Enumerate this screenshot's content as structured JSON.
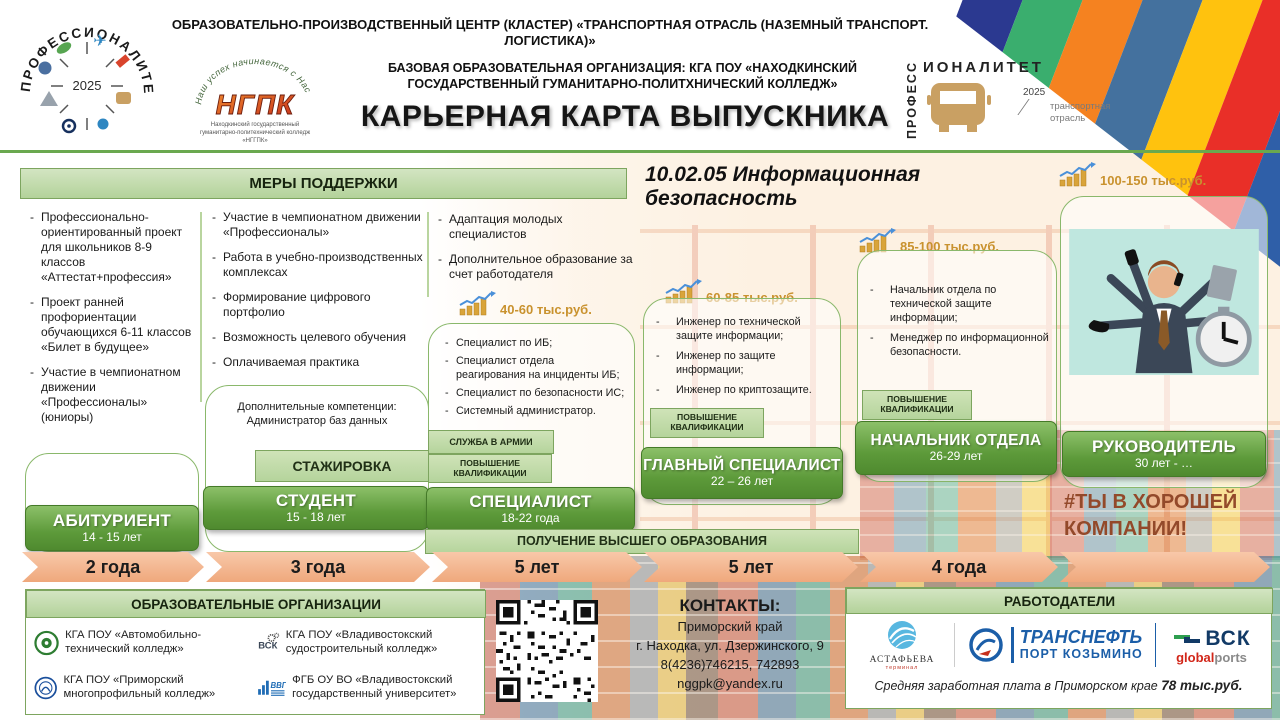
{
  "header": {
    "line1": "ОБРАЗОВАТЕЛЬНО-ПРОИЗВОДСТВЕННЫЙ  ЦЕНТР (КЛАСТЕР) «ТРАНСПОРТНАЯ  ОТРАСЛЬ (НАЗЕМНЫЙ  ТРАНСПОРТ. ЛОГИСТИКА)»",
    "line2": "БАЗОВАЯ ОБРАЗОВАТЕЛЬНАЯ ОРГАНИЗАЦИЯ: КГА ПОУ «НАХОДКИНСКИЙ ГОСУДАРСТВЕННЫЙ ГУМАНИТАРНО-ПОЛИТХНИЧЕСКИЙ КОЛЛЕДЖ»",
    "title": "КАРЬЕРНАЯ  КАРТА ВЫПУСКНИКА",
    "prof_logo_left": {
      "arc": "ПРОФЕССИОНАЛИТЕТ",
      "year": "2025"
    },
    "ngpk": {
      "motto": "Наш успех начинается с Нас",
      "abbr": "НГПК",
      "cap1": "Находкинский государственный",
      "cap2": "гуманитарно-политехнический колледж",
      "cap3": "«НГГПК»"
    },
    "prof_logo_right": {
      "vert": "ПРОФЕСС",
      "horiz": "ИОНАЛИТЕТ",
      "year": "2025",
      "cap1": "транспортная",
      "cap2": "отрасль"
    }
  },
  "program_title": "10.02.05 Информационная  безопасность",
  "support": {
    "title": "МЕРЫ ПОДДЕРЖКИ",
    "col1": [
      "Профессионально-ориентированный проект для  школьников 8-9 классов «Аттестат+профессия»",
      "Проект ранней профориентации обучающихся 6-11 классов «Билет в будущее»",
      "Участие в чемпионатном движении «Профессионалы» (юниоры)"
    ],
    "col2": [
      "Участие в чемпионатном движении «Профессионалы»",
      "Работа в учебно-производственных комплексах",
      "Формирование цифрового портфолио",
      "Возможность целевого обучения",
      "Оплачиваемая практика"
    ],
    "col3": [
      "Адаптация молодых специалистов",
      "Дополнительное образование за счет работодателя"
    ]
  },
  "salaries": [
    "40-60 тыс.руб.",
    "60-85 тыс.руб.",
    "85-100 тыс.руб.",
    "100-150 тыс.руб."
  ],
  "stages": [
    {
      "name": "АБИТУРИЕНТ",
      "age": "14 - 15 лет"
    },
    {
      "name": "СТУДЕНТ",
      "age": "15 - 18 лет",
      "note_line1": "Дополнительные компетенции:",
      "note_line2": "Администратор баз данных",
      "badge": "СТАЖИРОВКА"
    },
    {
      "name": "СПЕЦИАЛИСТ",
      "age": "18-22 года",
      "badge_army": "СЛУЖБА  В АРМИИ",
      "badge_upskill": "ПОВЫШЕНИЕ КВАЛИФИКАЦИИ",
      "jobs": [
        "Специалист по ИБ;",
        "Специалист отдела реагирования на инциденты ИБ;",
        "Специалист по безопасности ИС;",
        "Системный администратор."
      ]
    },
    {
      "name": "ГЛАВНЫЙ СПЕЦИАЛИСТ",
      "age": "22 – 26 лет",
      "badge_upskill": "ПОВЫШЕНИЕ КВАЛИФИКАЦИИ",
      "jobs": [
        "Инженер  по технической защите информации;",
        "Инженер  по защите информации;",
        "Инженер  по криптозащите."
      ]
    },
    {
      "name": "НАЧАЛЬНИК  ОТДЕЛА",
      "age": "26-29 лет",
      "badge_upskill": "ПОВЫШЕНИЕ КВАЛИФИКАЦИИ",
      "jobs": [
        "Начальник отдела по технической защите информации;",
        "Менеджер по  информационной безопасности."
      ]
    },
    {
      "name": "РУКОВОДИТЕЛЬ",
      "age": "30 лет - …"
    }
  ],
  "higher_ed_band": "ПОЛУЧЕНИЕ  ВЫСШЕГО ОБРАЗОВАНИЯ",
  "hashtag": "#ТЫ В ХОРОШЕЙ КОМПАНИИ!",
  "timeline": [
    "2 года",
    "3 года",
    "5 лет",
    "5 лет",
    "4 года",
    ""
  ],
  "education": {
    "title": "ОБРАЗОВАТЕЛЬНЫЕ  ОРГАНИЗАЦИИ",
    "items": [
      {
        "name": "КГА ПОУ  «Автомобильно-технический колледж»"
      },
      {
        "name": "КГА ПОУ  «Владивостокский судостроительный колледж»"
      },
      {
        "name": "КГА ПОУ  «Приморский многопрофильный  колледж»"
      },
      {
        "name": "ФГБ ОУ ВО  «Владивостокский государственный университет»"
      }
    ],
    "vvgu_abbr": "ВВГУ",
    "vsk_abbr": "ВСК"
  },
  "contacts": {
    "title": "КОНТАКТЫ:",
    "lines": [
      "Приморский край",
      "г. Находка, ул. Дзержинского, 9",
      "8(4236)746215,  742893",
      "nggpk@yandex.ru"
    ]
  },
  "employers": {
    "title": "РАБОТОДАТЕЛИ",
    "astafieva": {
      "name": "АСТАФЬЕВА",
      "sub": "терминал"
    },
    "transneft": {
      "line1": "ТРАНСНЕФТЬ",
      "line2": "ПОРТ КОЗЬМИНО"
    },
    "vsk": {
      "abbr": "ВСК",
      "global": "global",
      "ports": "ports"
    },
    "note_prefix": "Средняя заработная  плата в Приморском  крае ",
    "note_bold": "78 тыс.руб."
  },
  "colors": {
    "accent_green": "#5d9a3a",
    "band_light_green": "#c6dfb1",
    "arrow_peach": "#f2b28c",
    "salary_text": "#c9922e",
    "hashtag_brown": "#93492a",
    "stripes": [
      "#2b3990",
      "#3aae6e",
      "#f58220",
      "#44719e",
      "#ffc20e",
      "#e92f28",
      "#2f5fa8",
      "#a2489b"
    ]
  }
}
